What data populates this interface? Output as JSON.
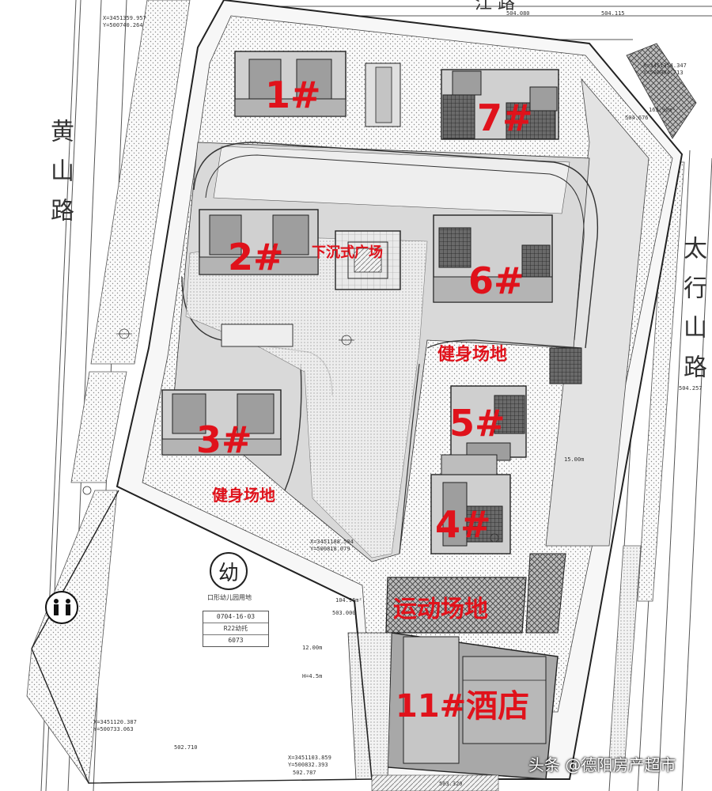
{
  "buildings": [
    {
      "id": "b1",
      "label": "1#"
    },
    {
      "id": "b2",
      "label": "2#"
    },
    {
      "id": "b3",
      "label": "3#"
    },
    {
      "id": "b4",
      "label": "4#"
    },
    {
      "id": "b5",
      "label": "5#"
    },
    {
      "id": "b6",
      "label": "6#"
    },
    {
      "id": "b7",
      "label": "7#"
    },
    {
      "id": "b11",
      "label": "11#酒店"
    }
  ],
  "zones": {
    "sunken_plaza": "下沉式广场",
    "fitness_upper": "健身场地",
    "fitness_lower": "健身场地",
    "sports": "运动场地"
  },
  "roads": {
    "west": "黄山路",
    "east": "太行山路",
    "north_fragment": "江  路"
  },
  "kindergarten": {
    "symbol": "幼",
    "caption": "口形幼儿园用地",
    "table": [
      "0704-16-03",
      "R22幼托",
      "6073"
    ]
  },
  "annotations": {
    "coord_top": "X=3451359.957",
    "coord_top2": "Y=500740.264",
    "coord_ne": "X=3451354.347",
    "coord_ne2": "Y=500904.713",
    "coord_mid": "X=3451188.504",
    "coord_mid2": "Y=500818.079",
    "coord_bottom": "X=3451103.859",
    "coord_bottom2": "Y=500832.393",
    "coord_sw": "X=3451120.387",
    "coord_sw2": "Y=500733.063",
    "elev_1": "504.080",
    "elev_2": "504.115",
    "elev_3": "504.676",
    "elev_4": "504.257",
    "elev_5": "503.000",
    "elev_6": "502.710",
    "elev_7": "502.787",
    "elev_8": "503.320",
    "dim_1": "15.00m",
    "dim_2": "12.00m",
    "dim_3": "H=4.5m",
    "area_1": "104.96m²",
    "area_2": "163.92m²"
  },
  "watermark": "头条 @德阳房产超市"
}
